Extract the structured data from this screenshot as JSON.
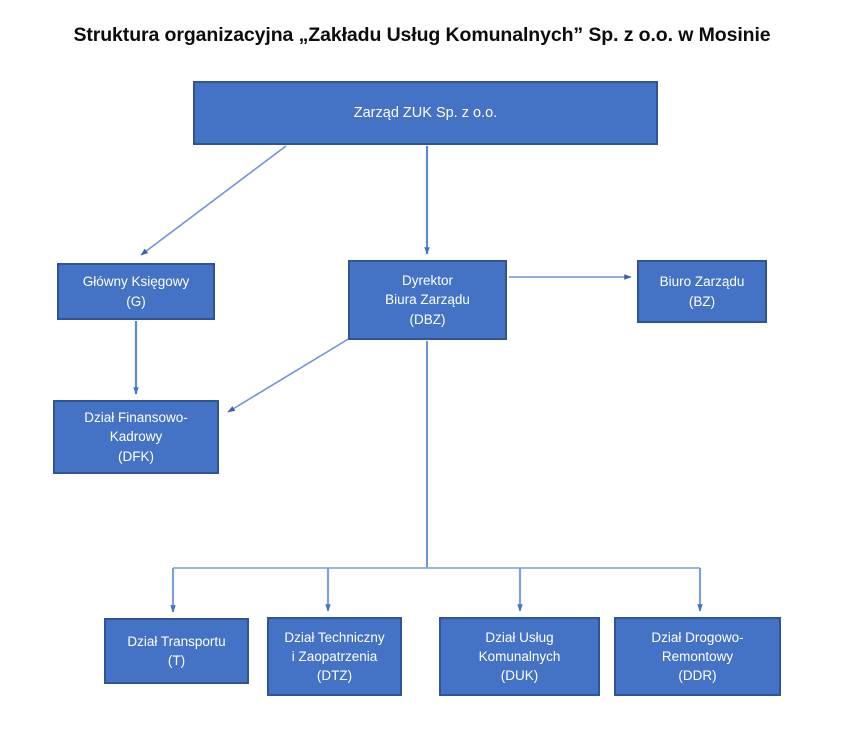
{
  "diagram": {
    "title": "Struktura organizacyjna „Zakładu Usług Komunalnych” Sp. z o.o. w Mosinie",
    "colors": {
      "node_fill": "#4472C4",
      "node_border": "#2F5597",
      "node_text": "#FFFFFF",
      "connector": "#5B8AD4",
      "title_text": "#0D0D0D",
      "background": "#FFFFFF"
    },
    "nodes": {
      "zarzad": {
        "line1": "Zarząd ZUK Sp. z o.o."
      },
      "ksiegowy": {
        "line1": "Główny Księgowy",
        "line2": "(G)"
      },
      "dbz": {
        "line1": "Dyrektor",
        "line2": "Biura Zarządu",
        "line3": "(DBZ)"
      },
      "bz": {
        "line1": "Biuro Zarządu",
        "line2": "(BZ)"
      },
      "dfk": {
        "line1": "Dział Finansowo-",
        "line2": "Kadrowy",
        "line3": "(DFK)"
      },
      "transport": {
        "line1": "Dział Transportu",
        "line2": "(T)"
      },
      "dtz": {
        "line1": "Dział Techniczny",
        "line2": "i Zaopatrzenia",
        "line3": "(DTZ)"
      },
      "duk": {
        "line1": "Dział Usług",
        "line2": "Komunalnych",
        "line3": "(DUK)"
      },
      "ddr": {
        "line1": "Dział Drogowo-",
        "line2": "Remontowy",
        "line3": "(DDR)"
      }
    }
  }
}
